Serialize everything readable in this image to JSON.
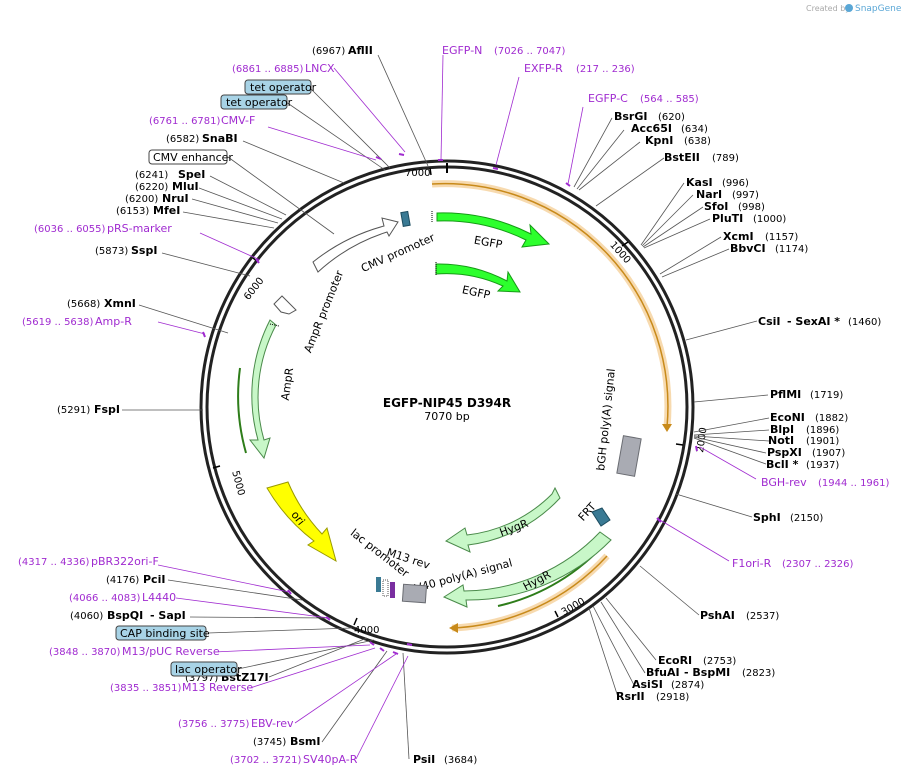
{
  "watermark": {
    "text": "Created by",
    "brand": "SnapGene"
  },
  "title": {
    "name": "EGFP-NIP45 D394R",
    "length": "7070 bp"
  },
  "colors": {
    "primer": "#a02bd0",
    "egfp": "#2dff2d",
    "hygr": "#c8f7c8",
    "ori": "#ffff00",
    "orf": "#f2b84b",
    "box": "#a8d3e6"
  },
  "ticks": [
    "7000",
    "1000",
    "2000",
    "3000",
    "4000",
    "5000",
    "6000"
  ],
  "enzymes": [
    {
      "name": "AflII",
      "pos": "(6967)"
    },
    {
      "name": "SnaBI",
      "pos": "(6582)"
    },
    {
      "name": "SpeI",
      "pos": "(6241)"
    },
    {
      "name": "MluI",
      "pos": "(6220)"
    },
    {
      "name": "NruI",
      "pos": "(6200)"
    },
    {
      "name": "MfeI",
      "pos": "(6153)"
    },
    {
      "name": "SspI",
      "pos": "(5873)"
    },
    {
      "name": "XmnI",
      "pos": "(5668)"
    },
    {
      "name": "FspI",
      "pos": "(5291)"
    },
    {
      "name": "PciI",
      "pos": "(4176)"
    },
    {
      "name": "BspQI",
      "pos": "(4060)",
      "extra": "- SapI"
    },
    {
      "name": "BstZ17I",
      "pos": "(3797)"
    },
    {
      "name": "BsmI",
      "pos": "(3745)"
    },
    {
      "name": "PsiI",
      "pos": "(3684)"
    },
    {
      "name": "BsrGI",
      "pos": "(620)"
    },
    {
      "name": "Acc65I",
      "pos": "(634)"
    },
    {
      "name": "KpnI",
      "pos": "(638)"
    },
    {
      "name": "BstEII",
      "pos": "(789)"
    },
    {
      "name": "KasI",
      "pos": "(996)"
    },
    {
      "name": "NarI",
      "pos": "(997)"
    },
    {
      "name": "SfoI",
      "pos": "(998)"
    },
    {
      "name": "PluTI",
      "pos": "(1000)"
    },
    {
      "name": "XcmI",
      "pos": "(1157)"
    },
    {
      "name": "BbvCI",
      "pos": "(1174)"
    },
    {
      "name": "CsiI",
      "pos": "(1460)",
      "extra": "- SexAI *"
    },
    {
      "name": "PflMI",
      "pos": "(1719)"
    },
    {
      "name": "EcoNI",
      "pos": "(1882)"
    },
    {
      "name": "BlpI",
      "pos": "(1896)"
    },
    {
      "name": "NotI",
      "pos": "(1901)"
    },
    {
      "name": "PspXI",
      "pos": "(1907)"
    },
    {
      "name": "BclI *",
      "pos": "(1937)"
    },
    {
      "name": "SphI",
      "pos": "(2150)"
    },
    {
      "name": "PshAI",
      "pos": "(2537)"
    },
    {
      "name": "EcoRI",
      "pos": "(2753)"
    },
    {
      "name": "BfuAI",
      "pos": "(2823)",
      "extra": "- BspMI"
    },
    {
      "name": "AsiSI",
      "pos": "(2874)"
    },
    {
      "name": "RsrII",
      "pos": "(2918)"
    }
  ],
  "primers": [
    {
      "name": "EGFP-N",
      "range": "(7026 .. 7047)"
    },
    {
      "name": "EXFP-R",
      "range": "(217 .. 236)"
    },
    {
      "name": "EGFP-C",
      "range": "(564 .. 585)"
    },
    {
      "name": "LNCX",
      "range": "(6861 .. 6885)"
    },
    {
      "name": "CMV-F",
      "range": "(6761 .. 6781)"
    },
    {
      "name": "pRS-marker",
      "range": "(6036 .. 6055)"
    },
    {
      "name": "Amp-R",
      "range": "(5619 .. 5638)"
    },
    {
      "name": "pBR322ori-F",
      "range": "(4317 .. 4336)"
    },
    {
      "name": "L4440",
      "range": "(4066 .. 4083)"
    },
    {
      "name": "M13/pUC Reverse",
      "range": "(3848 .. 3870)"
    },
    {
      "name": "M13 Reverse",
      "range": "(3835 .. 3851)"
    },
    {
      "name": "EBV-rev",
      "range": "(3756 .. 3775)"
    },
    {
      "name": "SV40pA-R",
      "range": "(3702 .. 3721)"
    },
    {
      "name": "BGH-rev",
      "range": "(1944 .. 1961)"
    },
    {
      "name": "F1ori-R",
      "range": "(2307 .. 2326)"
    }
  ],
  "boxes": [
    "tet operator",
    "tet operator",
    "CMV enhancer",
    "CAP binding site",
    "lac operator"
  ],
  "features": [
    "CMV promoter",
    "EGFP",
    "EGFP",
    "AmpR promoter",
    "AmpR",
    "bGH poly(A) signal",
    "ori",
    "lac promoter",
    "M13 rev",
    "SV40 poly(A) signal",
    "HygR",
    "HygR",
    "FRT"
  ]
}
